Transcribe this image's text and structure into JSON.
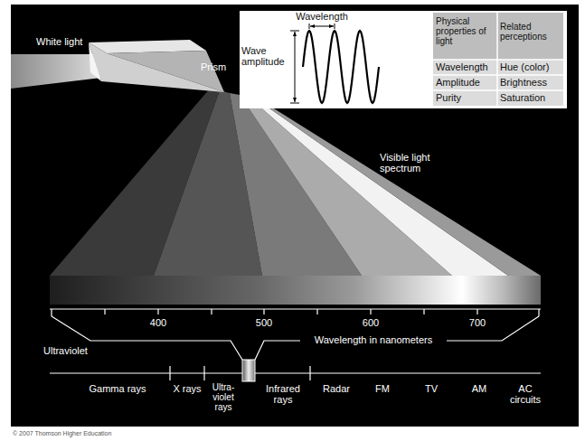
{
  "diagram": {
    "nodes": [
      {
        "text": [
          "Wavelength",
          "Wave amplitude",
          "Physical properties of light",
          "Related perceptions",
          "Wavelength",
          "Hue (color)",
          "Amplitude",
          "Brightness",
          "Purity",
          "Saturation"
        ]
      }
    ],
    "labels": [
      "White light",
      "Prism",
      "Visible light spectrum",
      "400",
      "500",
      "600",
      "700",
      "Ultraviolet",
      "Wavelength in nanometers",
      "Gamma rays",
      "X rays",
      "Ultra-violet rays",
      "Infrared rays",
      "Radar",
      "FM",
      "TV",
      "AM",
      "AC circuits",
      "© 2007 Thomson Higher Education"
    ]
  }
}
